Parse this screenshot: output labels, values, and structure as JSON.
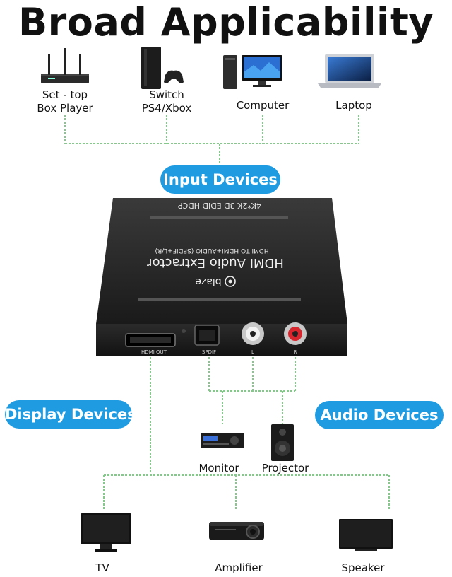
{
  "title": "Broad Applicability",
  "input_devices": [
    {
      "label_line1": "Set - top",
      "label_line2": "Box Player",
      "icon": "set-top-box-router-icon"
    },
    {
      "label_line1": "Switch",
      "label_line2": "PS4/Xbox",
      "icon": "game-console-icon"
    },
    {
      "label_line1": "Computer",
      "label_line2": "",
      "icon": "desktop-computer-icon"
    },
    {
      "label_line1": "Laptop",
      "label_line2": "",
      "icon": "laptop-icon"
    }
  ],
  "sections": {
    "input": "Input Devices",
    "display": "Display Devices",
    "audio": "Audio Devices"
  },
  "extractor": {
    "features": "4K*2K   3D   EDID   HDCP",
    "product_name": "HDMI Audio Extractor",
    "product_sub": "HDMI TO HDMI+AUDIO  (SPDIF+L/R)",
    "brand": "blaze",
    "ports": {
      "hdmi_out": "HDMI OUT",
      "spdif": "SPDIF",
      "left": "L",
      "right": "R"
    }
  },
  "audio_devices_mid": [
    {
      "label": "Monitor",
      "icon": "audio-receiver-icon"
    },
    {
      "label": "Projector",
      "icon": "speaker-icon"
    }
  ],
  "bottom_devices": [
    {
      "label": "TV",
      "icon": "tv-icon"
    },
    {
      "label": "Amplifier",
      "icon": "projector-icon"
    },
    {
      "label": "Speaker",
      "icon": "flat-screen-icon"
    }
  ],
  "colors": {
    "accent": "#1f9be2",
    "wire": "#86c78c",
    "device_body": "#1b1b1b"
  }
}
